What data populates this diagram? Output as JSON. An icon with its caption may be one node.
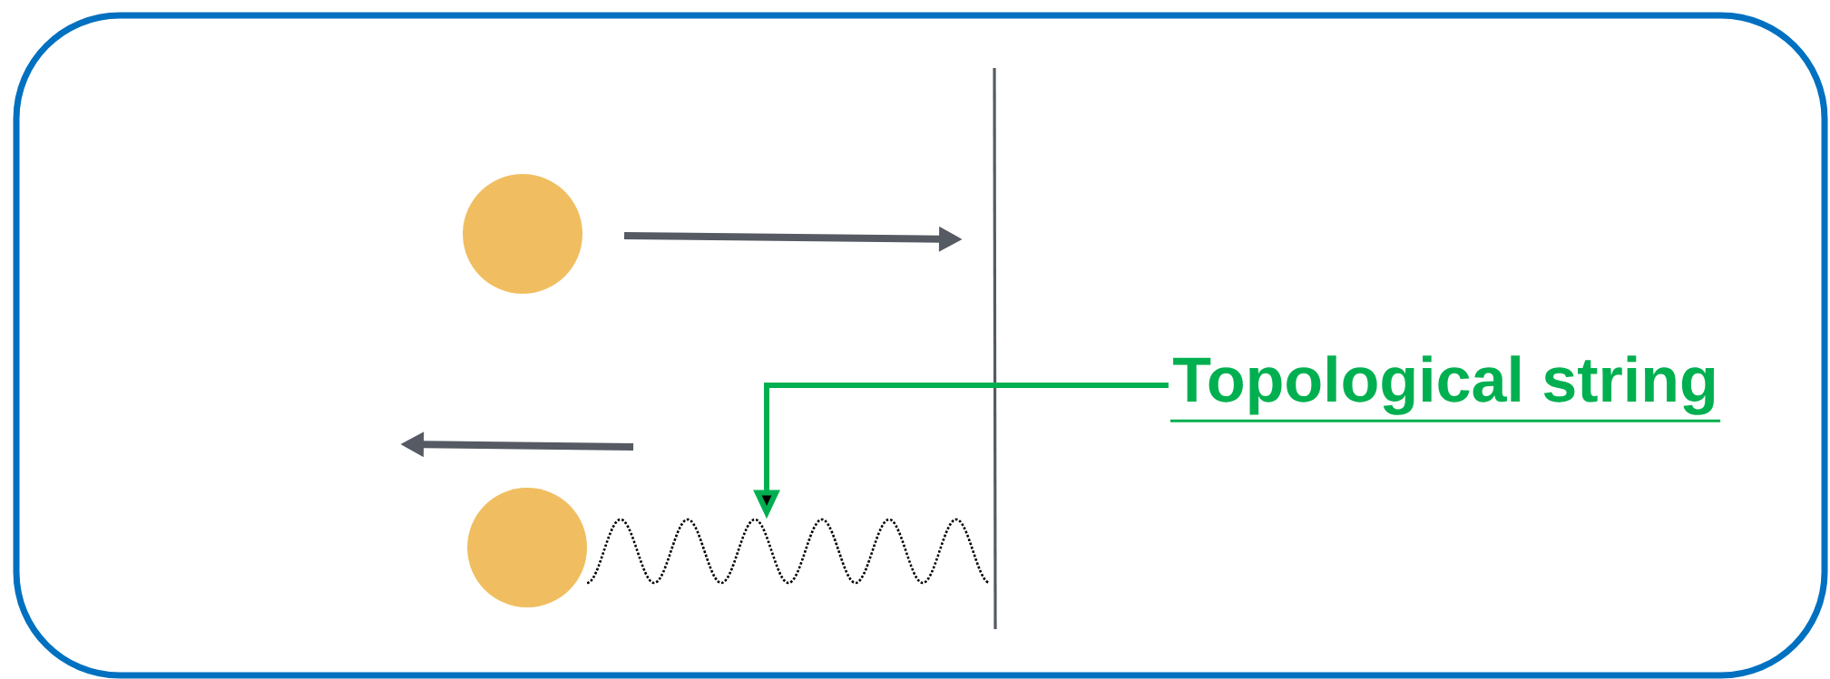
{
  "diagram": {
    "nodes": [
      {
        "text": [],
        "shape": "circle"
      },
      {
        "text": [],
        "shape": "circle"
      },
      {
        "text": [
          "Topological string"
        ]
      },
      {
        "text": [],
        "shape": "wave"
      }
    ],
    "edges": [
      {
        "from": 2,
        "to": 3,
        "arrow": "to",
        "color": "#00b050"
      }
    ]
  }
}
